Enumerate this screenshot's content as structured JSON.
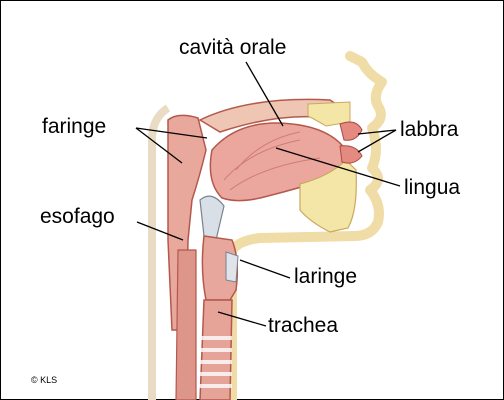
{
  "labels": {
    "cavita_orale": "cavità orale",
    "faringe": "faringe",
    "labbra": "labbra",
    "lingua": "lingua",
    "esofago": "esofago",
    "laringe": "laringe",
    "trachea": "trachea"
  },
  "credit": "© KLS"
}
